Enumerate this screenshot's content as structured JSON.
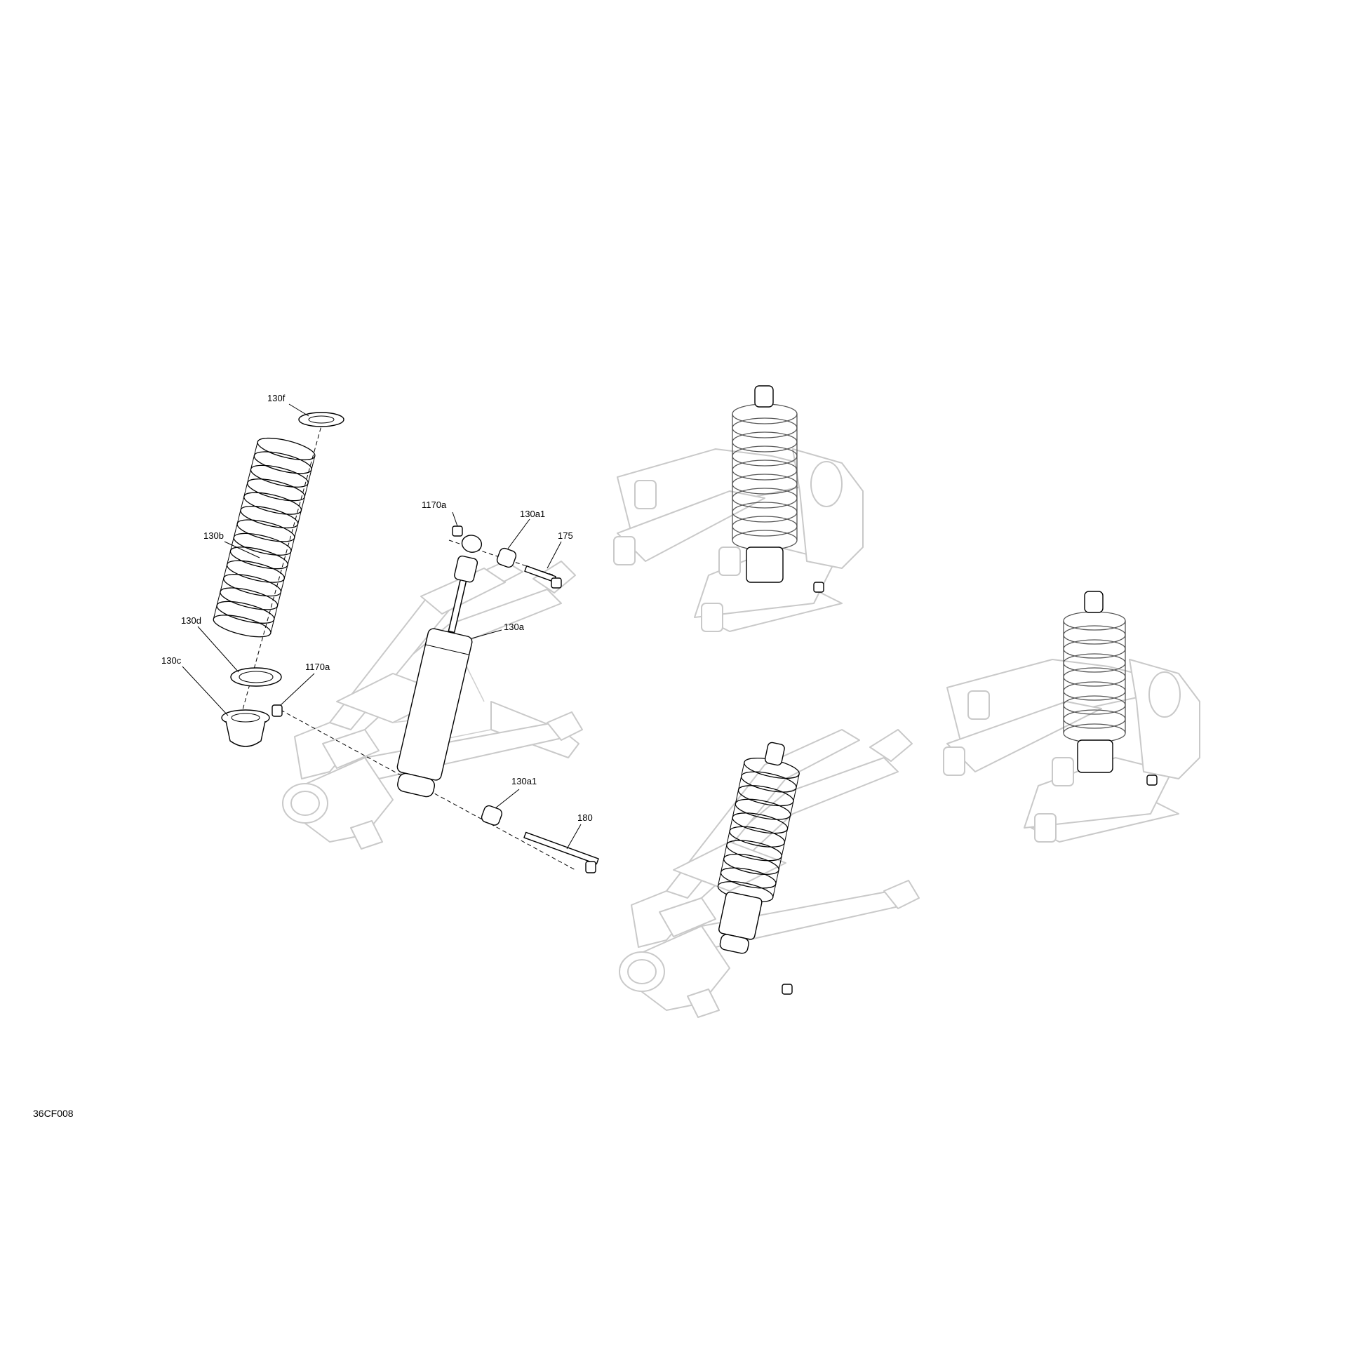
{
  "diagram_code": "36CF008",
  "callouts": [
    {
      "id": "130f",
      "label": "130f"
    },
    {
      "id": "1170a_top",
      "label": "1170a"
    },
    {
      "id": "130a1_top",
      "label": "130a1"
    },
    {
      "id": "175",
      "label": "175"
    },
    {
      "id": "130b",
      "label": "130b"
    },
    {
      "id": "130d",
      "label": "130d"
    },
    {
      "id": "130a",
      "label": "130a"
    },
    {
      "id": "130c",
      "label": "130c"
    },
    {
      "id": "1170a_bottom",
      "label": "1170a"
    },
    {
      "id": "130a1_bottom",
      "label": "130a1"
    },
    {
      "id": "180",
      "label": "180"
    }
  ]
}
